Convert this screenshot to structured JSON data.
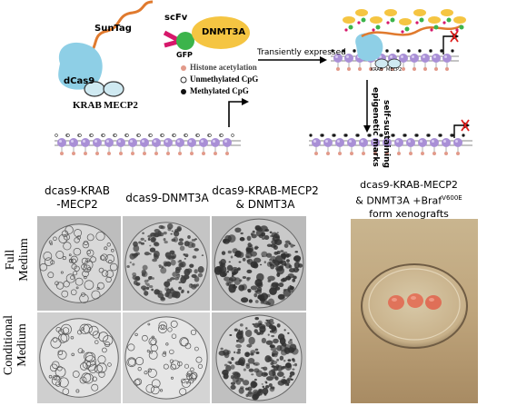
{
  "schematic": {
    "suntag_label": "SunTag",
    "dcas9_label": "dCas9",
    "krab_label": "KRAB",
    "mecp2_label": "MECP2",
    "scfv_label": "scFv",
    "gfp_label": "GFP",
    "dnmt3a_label": "DNMT3A",
    "legend": {
      "histone": "Histone acetylation",
      "unmethylated": "Unmethylated CpG",
      "methylated": "Methylated CpG"
    },
    "arrow_label": "Transiently expressed",
    "self_sustaining": "self-sustaining",
    "epigenetic_marks": "epigenetic marks",
    "small_krab": "KRAB",
    "small_mecp2": "MECP2"
  },
  "grid": {
    "columns": [
      "dcas9-KRAB\n-MECP2",
      "dcas9-DNMT3A",
      "dcas9-KRAB-MECP2\n& DNMT3A"
    ],
    "rows": [
      "Full\nMedium",
      "Conditional\nMedium"
    ]
  },
  "xenograft": {
    "title_line1": "dcas9-KRAB-MECP2",
    "title_line2": "& DNMT3A +Braf",
    "superscript": "V600E",
    "title_line3": "form xenografts"
  },
  "colors": {
    "dcas9": "#8ecfe6",
    "suntag": "#e07a2e",
    "gfp": "#3cb44b",
    "dnmt3a": "#f5c542",
    "scfv": "#d6186b",
    "nucleosome": "#a98fd6"
  }
}
